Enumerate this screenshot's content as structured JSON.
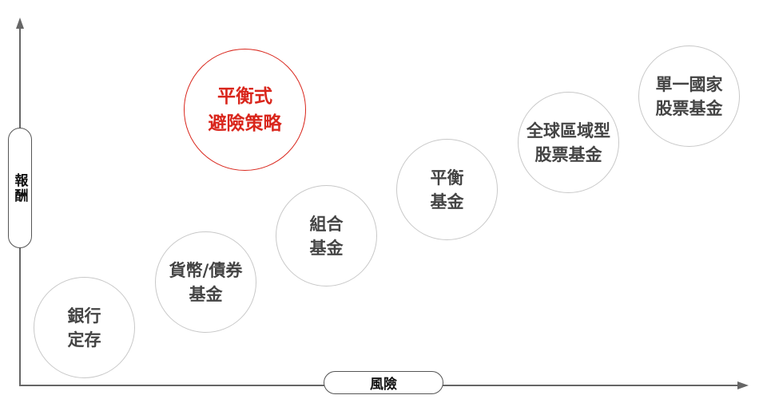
{
  "axes": {
    "y_label": "報酬",
    "x_label": "風險"
  },
  "colors": {
    "highlight": "#d9261c",
    "text": "#444444",
    "axis": "#666666",
    "circle_border": "#c8c8c8"
  },
  "items": [
    {
      "line1": "銀行",
      "line2": "定存"
    },
    {
      "line1": "貨幣/債券",
      "line2": "基金"
    },
    {
      "line1": "組合",
      "line2": "基金"
    },
    {
      "line1": "平衡",
      "line2": "基金"
    },
    {
      "line1": "全球區域型",
      "line2": "股票基金"
    },
    {
      "line1": "單一國家",
      "line2": "股票基金"
    }
  ],
  "highlight": {
    "line1": "平衡式",
    "line2": "避險策略"
  }
}
